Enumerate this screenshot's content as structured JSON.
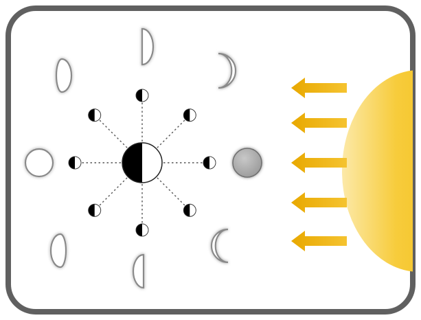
{
  "diagram": {
    "kind": "moon-phases",
    "frame_color": "#606060",
    "background_color": "#ffffff",
    "sun_color": "#f5c117",
    "arrow_color": "#f2b705",
    "earth": {
      "light_color": "#ffffff",
      "dark_color": "#000000"
    },
    "orbit_line_style": "dotted",
    "orbit_positions": [
      {
        "name": "orbit-moon-right"
      },
      {
        "name": "orbit-moon-top-right"
      },
      {
        "name": "orbit-moon-top"
      },
      {
        "name": "orbit-moon-top-left"
      },
      {
        "name": "orbit-moon-left"
      },
      {
        "name": "orbit-moon-bottom-left"
      },
      {
        "name": "orbit-moon-bottom"
      },
      {
        "name": "orbit-moon-bottom-right"
      }
    ],
    "phases": [
      {
        "name": "new-moon",
        "shape": "new"
      },
      {
        "name": "waxing-crescent",
        "shape": "crescent-right"
      },
      {
        "name": "first-quarter",
        "shape": "half-right"
      },
      {
        "name": "waxing-gibbous",
        "shape": "gibbous-right"
      },
      {
        "name": "full-moon",
        "shape": "full"
      },
      {
        "name": "waning-gibbous",
        "shape": "gibbous-left"
      },
      {
        "name": "last-quarter",
        "shape": "half-left"
      },
      {
        "name": "waning-crescent",
        "shape": "crescent-left"
      }
    ],
    "sun_ray_arrows": 5
  }
}
